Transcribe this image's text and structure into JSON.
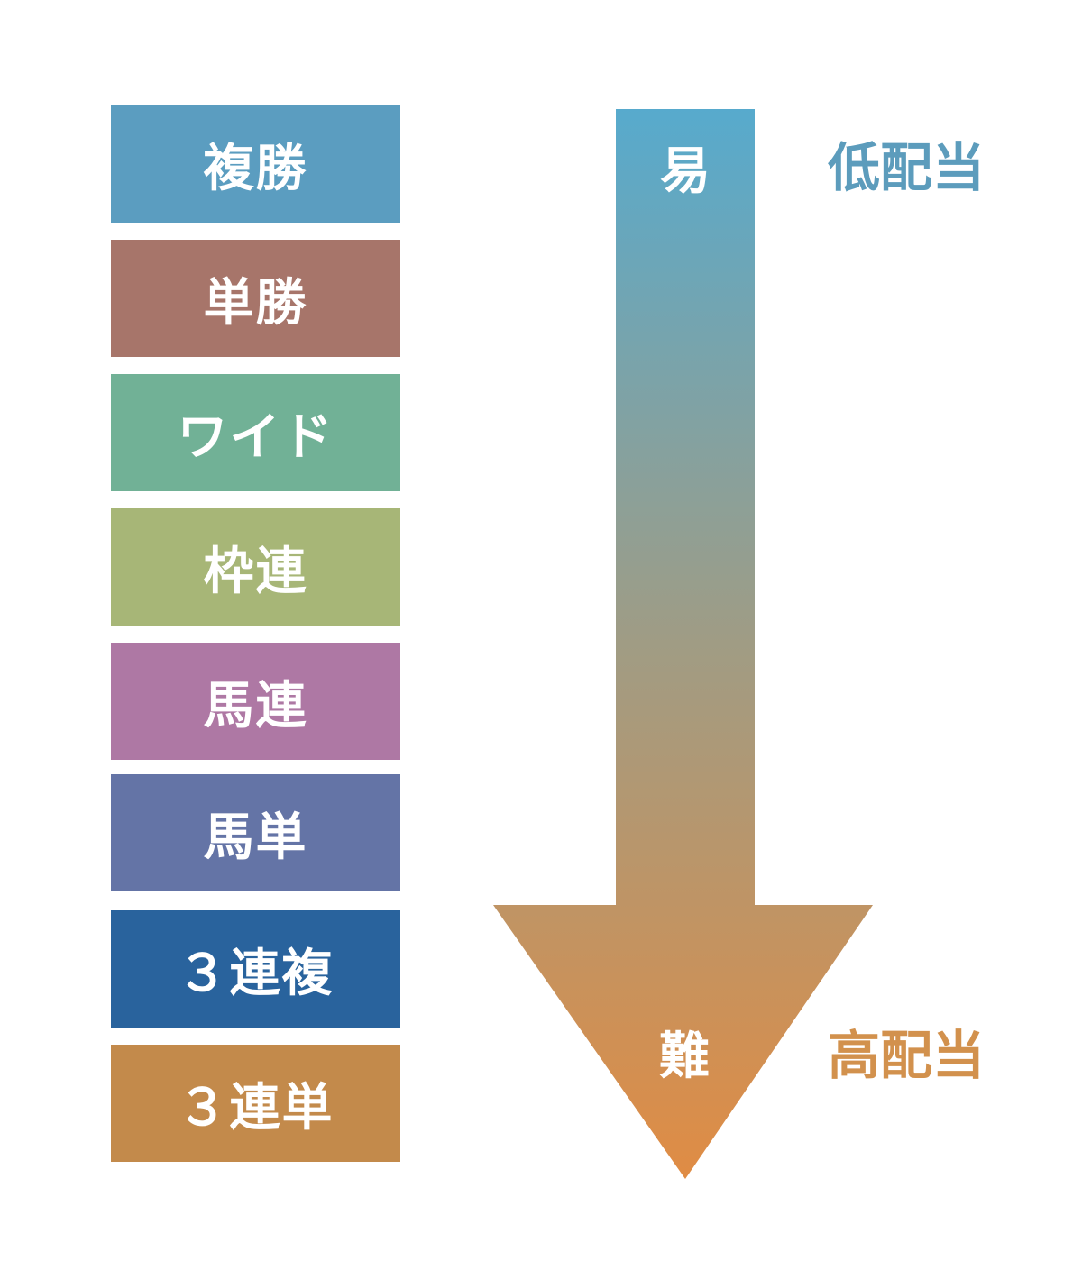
{
  "bet_types": [
    {
      "label": "複勝",
      "color": "#5b9dc0"
    },
    {
      "label": "単勝",
      "color": "#a7756a"
    },
    {
      "label": "ワイド",
      "color": "#71b196"
    },
    {
      "label": "枠連",
      "color": "#a7b677"
    },
    {
      "label": "馬連",
      "color": "#ae78a4"
    },
    {
      "label": "馬単",
      "color": "#6474a6"
    },
    {
      "label": "３連複",
      "color": "#29639d"
    },
    {
      "label": "３連単",
      "color": "#c38a4b"
    }
  ],
  "arrow": {
    "top_label": "易",
    "bottom_label": "難",
    "color_top": "#57aacd",
    "color_bottom": "#e08c44"
  },
  "side_labels": {
    "low": {
      "text": "低配当",
      "color": "#5c9cbc"
    },
    "high": {
      "text": "高配当",
      "color": "#d2914d"
    }
  }
}
